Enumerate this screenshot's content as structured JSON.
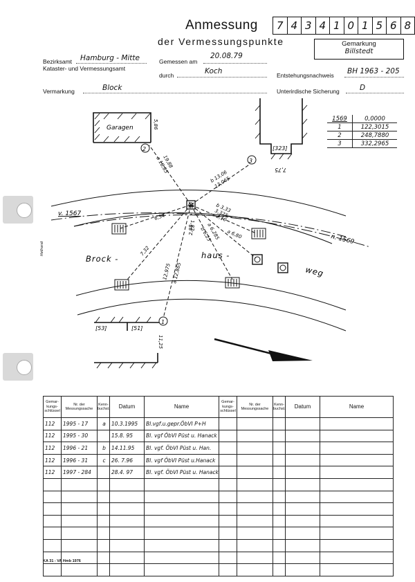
{
  "header": {
    "title": "Anmessung",
    "subtitle": "der Vermessungspunkte",
    "document_number": [
      "7",
      "4",
      "3",
      "4",
      "1",
      "0",
      "1",
      "5",
      "6",
      "8"
    ],
    "gemarkung_label": "Gemarkung",
    "gemarkung_value": "Billstedt"
  },
  "fields": {
    "bezirksamt_label": "Bezirksamt",
    "bezirksamt_value": "Hamburg - Mitte",
    "kataster_label": "Kataster- und Vermessungsamt",
    "gemessen_label": "Gemessen am",
    "gemessen_value": "20.08.79",
    "durch_label": "durch",
    "durch_value": "Koch",
    "entstehung_label": "Entstehungsnachweis",
    "entstehung_value": "BH 1963 - 205",
    "vermarkung_label": "Vermarkung",
    "vermarkung_value": "Block",
    "sicherung_label": "Unterirdische Sicherung",
    "sicherung_value": "D"
  },
  "coordinates": [
    {
      "point": "1569",
      "value": "0,0000"
    },
    {
      "point": "1",
      "value": "122,3015"
    },
    {
      "point": "2",
      "value": "248,7880"
    },
    {
      "point": "3",
      "value": "332,2965"
    }
  ],
  "sketch": {
    "garage_label": "Garagen",
    "garage_dim": "5,86",
    "house_label": "[323]",
    "house_dim": "7,75",
    "street_w1": "Brock -",
    "street_w2": "haus -",
    "street_w3": "weg",
    "ref_left": "v. 1567",
    "ref_right": "n. 1569",
    "house_53": "[53]",
    "house_51": "[51]",
    "dim_1125": "11,25",
    "point_1": "1",
    "point_2": "2",
    "point_3": "3",
    "m_2": "19,88",
    "m_2b": "a 18,85",
    "m_3": "b 13,06",
    "m_3b": "13,065",
    "m_654": "6,54",
    "m_732": "7,32",
    "m_1": "12,975",
    "m_1b": "a 12,865",
    "m_r1": "b 3,33",
    "m_r2": "3,325",
    "m_r3": "2,10",
    "m_r4": "a 6,80",
    "m_c1": "2,88",
    "m_c2": "a 6,285",
    "m_c3": "b 6,25",
    "m_c4": "1,82",
    "side_note": "Hellrand"
  },
  "table": {
    "headers": [
      "Gemar-kungs-schlüssel",
      "Nr. der Messungssache",
      "Kenn-buchst.",
      "Datum",
      "Name"
    ],
    "rows": [
      [
        "112",
        "1995 - 17",
        "a",
        "10.3.1995",
        "Bl.vgf.u.gepr.ÖbVI P+H"
      ],
      [
        "112",
        "1995 - 30",
        "",
        "15.8. 95",
        "Bl. vgf ÖbVI Püst u. Hanack"
      ],
      [
        "112",
        "1996 - 21",
        "b",
        "14.11.95",
        "Bl. vgf. ÖbVI Püst u. Han."
      ],
      [
        "112",
        "1996 - 31",
        "c",
        "26. 7.96",
        "Bl. vgf ÖbVI Püst u.Hanack"
      ],
      [
        "112",
        "1997 - 284",
        "",
        "28.4. 97",
        "Bl. vgf. ÖbVI Püst u. Hanack"
      ]
    ],
    "empty_rows": 8
  },
  "footer": {
    "form_id": "KA 31 - VA Hmb 1976"
  }
}
